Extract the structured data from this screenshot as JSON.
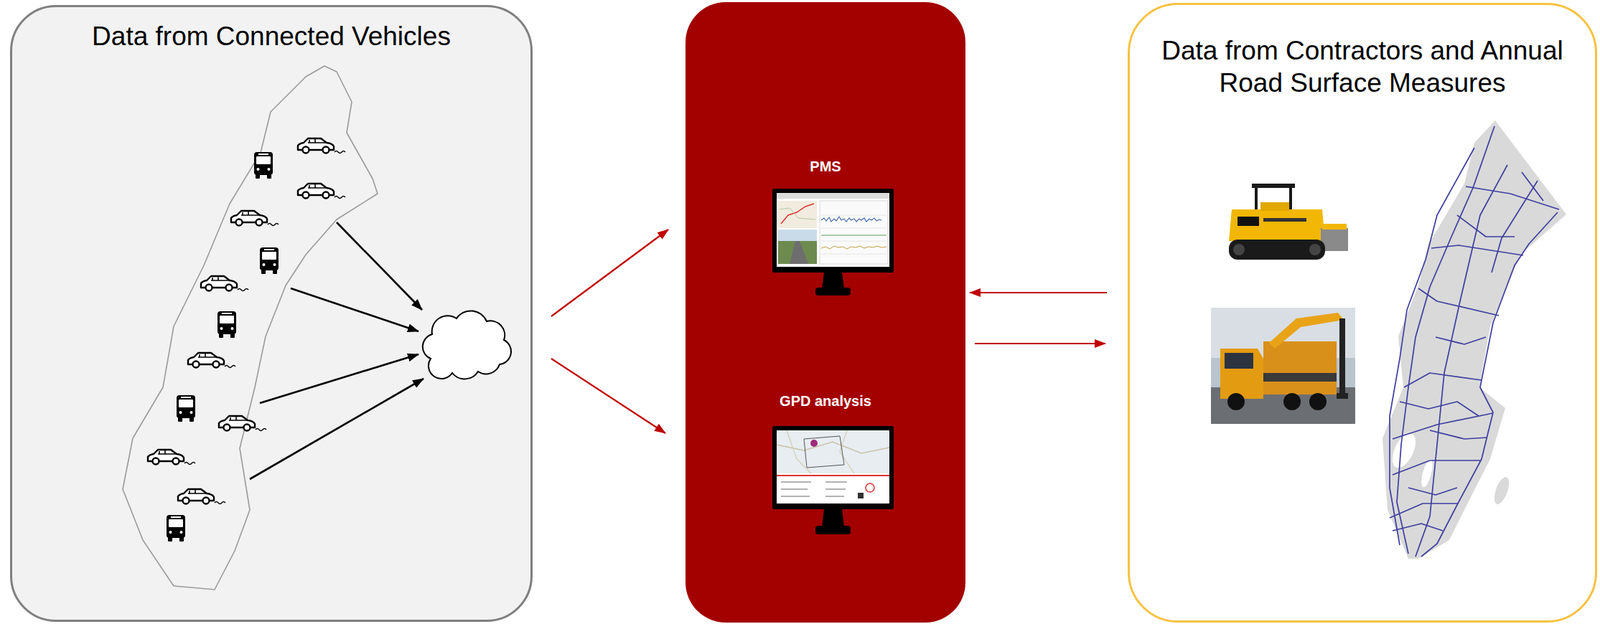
{
  "diagram": {
    "nodes": [
      {
        "text": [
          "Data from Connected Vehicles"
        ]
      },
      {
        "text": [
          "PMS"
        ]
      },
      {
        "text": [
          "GPD analysis"
        ]
      },
      {
        "text": [
          "Data from Contractors and Annual Road Surface Measures"
        ]
      }
    ],
    "edges": [
      {
        "from": 0,
        "to": 1,
        "arrow": "to"
      },
      {
        "from": 0,
        "to": 2,
        "arrow": "to"
      },
      {
        "from": 3,
        "to": 1,
        "arrow": "to"
      },
      {
        "from": 1,
        "to": 3,
        "arrow": "to"
      }
    ]
  }
}
